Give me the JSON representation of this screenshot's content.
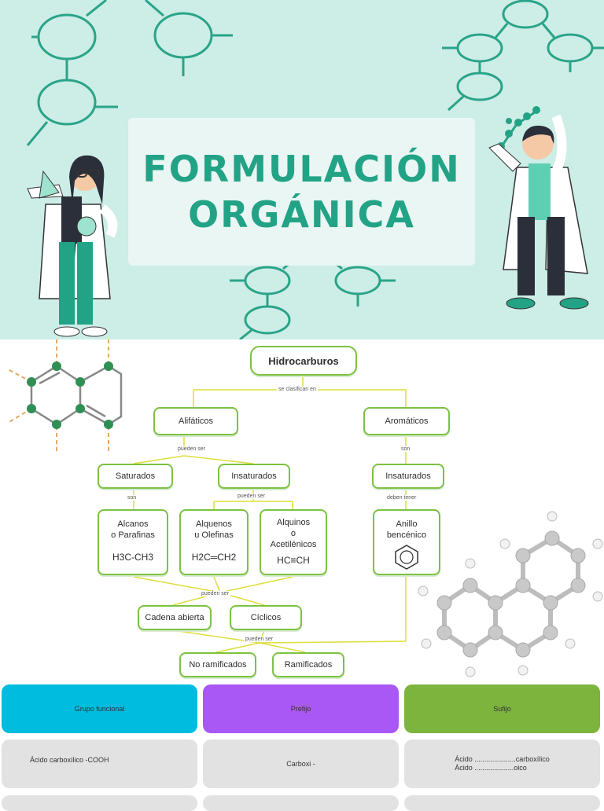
{
  "banner": {
    "title_line1": "FORMULACIÓN",
    "title_line2": "ORGÁNICA",
    "colors": {
      "background": "#cdede7",
      "title": "#23a386",
      "card": "#e9f6f3"
    }
  },
  "concept_map": {
    "root": "Hidrocarburos",
    "link_root": "se clasifican en",
    "aliphatic": "Alifáticos",
    "aromatic": "Aromáticos",
    "link_aliphatic": "pueden ser",
    "link_aromatic": "son",
    "saturated": "Saturados",
    "unsaturated_left": "Insaturados",
    "unsaturated_right": "Insaturados",
    "link_saturated": "son",
    "link_unsaturated": "pueden ser",
    "link_aromatic_unsat": "deben tener",
    "alkanes": {
      "name1": "Alcanos",
      "name2": "o Parafinas",
      "formula": "H3C-CH3"
    },
    "alkenes": {
      "name1": "Alquenos",
      "name2": "u Olefinas",
      "formula": "H2C═CH2"
    },
    "alkynes": {
      "name1": "Alquinos",
      "name2": "o",
      "name3": "Acetilénicos",
      "formula": "HC≡CH"
    },
    "benzene": {
      "name1": "Anillo",
      "name2": "bencénico"
    },
    "link_chains": "pueden ser",
    "open_chain": "Cadena abierta",
    "cyclic": "Cíclicos",
    "link_branch": "pueden ser",
    "unbranched": "No ramificados",
    "branched": "Ramificados"
  },
  "table": {
    "headers": [
      "Grupo funcional",
      "Prefijo",
      "Sufijo"
    ],
    "row1": {
      "group": "Ácido carboxílico    -COOH",
      "prefix": "Carboxi -",
      "suffix_line1": "Ácido .....................carboxílico",
      "suffix_line2": "Ácido ....................oico"
    }
  }
}
